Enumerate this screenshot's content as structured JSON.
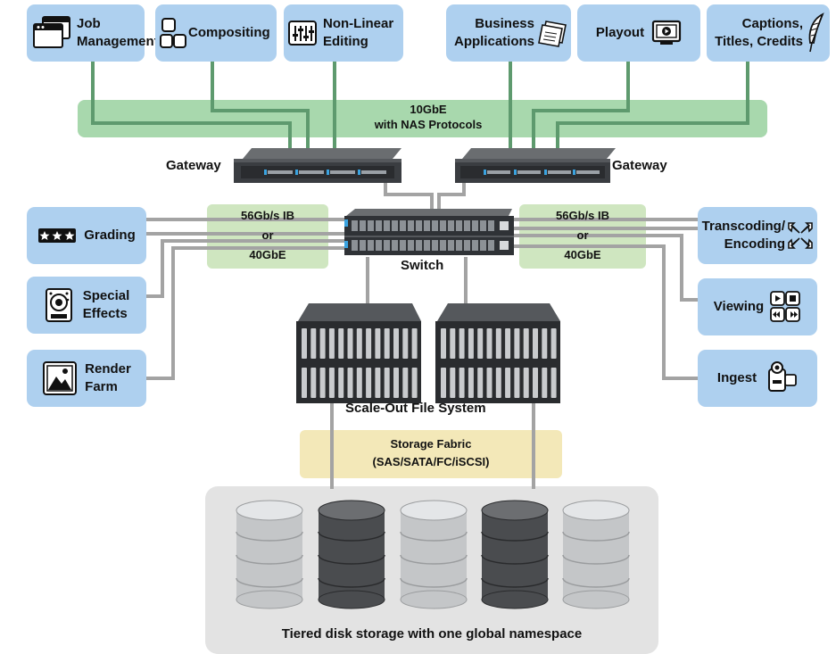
{
  "top_apps": [
    {
      "id": "job",
      "label": "Job\nManagement",
      "icon": "browser-windows-icon"
    },
    {
      "id": "compositing",
      "label": "Compositing",
      "icon": "layered-squares-icon"
    },
    {
      "id": "nle",
      "label": "Non-Linear\nEditing",
      "icon": "mixer-sliders-icon"
    },
    {
      "id": "business",
      "label": "Business\nApplications",
      "icon": "stacked-documents-icon"
    },
    {
      "id": "playout",
      "label": "Playout",
      "icon": "monitor-play-icon"
    },
    {
      "id": "captions",
      "label": "Captions,\nTitles, Credits",
      "icon": "quill-pen-icon"
    }
  ],
  "left_apps": [
    {
      "id": "grading",
      "label": "Grading",
      "icon": "rating-stars-icon"
    },
    {
      "id": "special-effects",
      "label": "Special\nEffects",
      "icon": "effects-badge-icon"
    },
    {
      "id": "render-farm",
      "label": "Render\nFarm",
      "icon": "image-frame-icon"
    }
  ],
  "right_apps": [
    {
      "id": "transcoding",
      "label": "Transcoding/\nEncoding",
      "icon": "expand-arrows-icon"
    },
    {
      "id": "viewing",
      "label": "Viewing",
      "icon": "media-controls-icon"
    },
    {
      "id": "ingest",
      "label": "Ingest",
      "icon": "camcorder-icon"
    }
  ],
  "nas_band": {
    "label": "10GbE\nwith NAS Protocols",
    "color": "#a8d8ad"
  },
  "ib_left": {
    "label": "56Gb/s IB\nor\n40GbE",
    "color": "#cfe6c0"
  },
  "ib_right": {
    "label": "56Gb/s IB\nor\n40GbE",
    "color": "#cfe6c0"
  },
  "gateway_left": {
    "label": "Gateway"
  },
  "gateway_right": {
    "label": "Gateway"
  },
  "switch": {
    "label": "Switch"
  },
  "file_system": {
    "label": "Scale-Out File System"
  },
  "storage_fabric": {
    "label": "Storage Fabric\n(SAS/SATA/FC/iSCSI)",
    "color": "#f3e8b8"
  },
  "tiered": {
    "label": "Tiered disk storage with one global namespace",
    "color": "#e3e3e3"
  },
  "disks": [
    {
      "id": "disk-1",
      "tone": "light"
    },
    {
      "id": "disk-2",
      "tone": "dark"
    },
    {
      "id": "disk-3",
      "tone": "light"
    },
    {
      "id": "disk-4",
      "tone": "dark"
    },
    {
      "id": "disk-5",
      "tone": "light"
    }
  ],
  "colors": {
    "app_box": "#aed0ef",
    "nas_wire": "#5e9a6e",
    "gray_wire": "#a3a3a3",
    "server_dark": "#3a3d41"
  }
}
